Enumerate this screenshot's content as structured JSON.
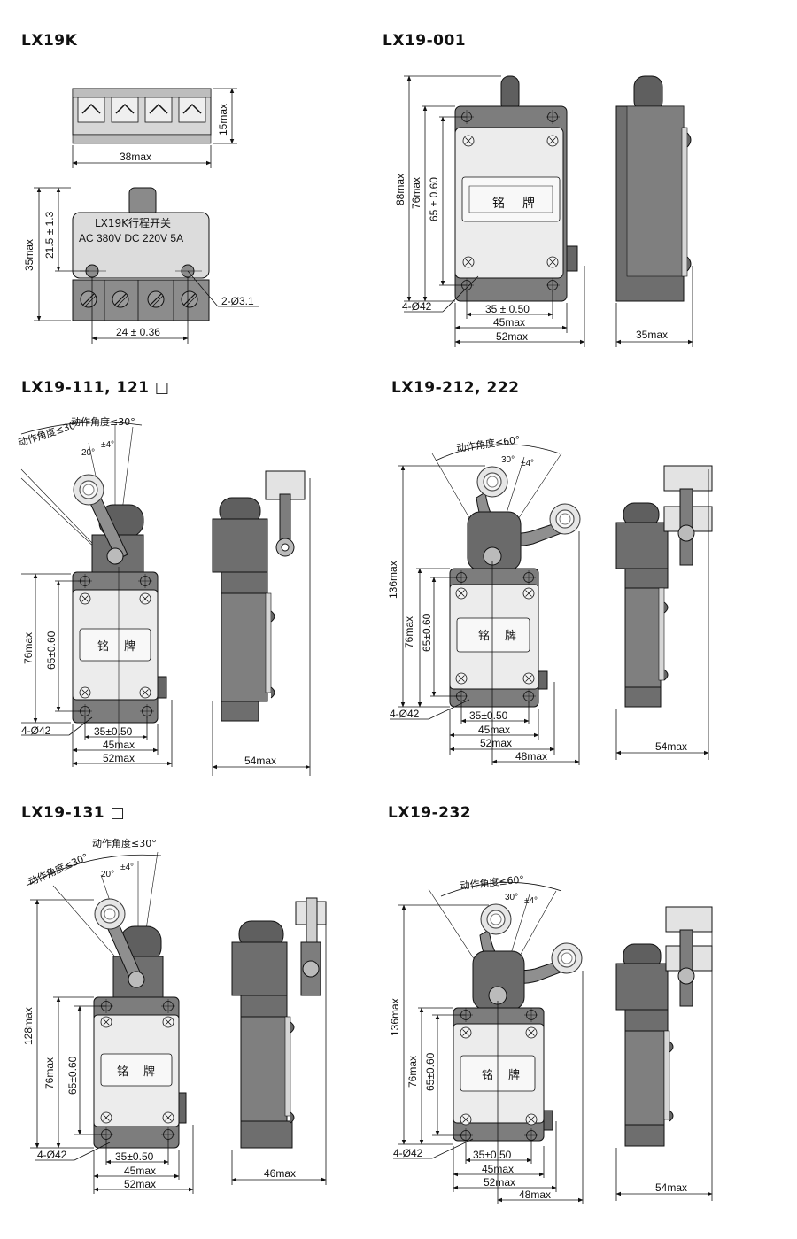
{
  "panels": {
    "lx19k": {
      "title": "LX19K",
      "dims": {
        "w38": "38max",
        "h15": "15max",
        "h35": "35max",
        "h21": "21.5 ± 1.3",
        "w24": "24 ± 0.36",
        "holes": "2-Ø3.1"
      },
      "label_line1": "LX19K行程开关",
      "label_line2": "AC 380V DC 220V 5A"
    },
    "lx19_001": {
      "title": "LX19-001",
      "dims": {
        "h88": "88max",
        "h76": "76max",
        "h65": "65 ± 0.60",
        "w35": "35 ± 0.50",
        "w45": "45max",
        "w52": "52max",
        "holes": "4-Ø42",
        "side": "35max"
      },
      "plate": [
        "铭",
        "牌"
      ]
    },
    "lx19_111": {
      "title": "LX19-111, 121 □",
      "dims": {
        "angle_left": "动作角度≤30°",
        "angle_right": "动作角度≤30°",
        "a20": "20°",
        "a4": "±4°",
        "h76": "76max",
        "h65": "65±0.60",
        "w35": "35±0.50",
        "w45": "45max",
        "w52": "52max",
        "holes": "4-Ø42",
        "side": "54max"
      },
      "plate": [
        "铭",
        "牌"
      ]
    },
    "lx19_212": {
      "title": "LX19-212, 222",
      "dims": {
        "angle": "动作角度≤60°",
        "a30": "30°",
        "a4": "±4°",
        "h136": "136max",
        "h76": "76max",
        "h65": "65±0.60",
        "w35": "35±0.50",
        "w45": "45max",
        "w52": "52max",
        "w48": "48max",
        "holes": "4-Ø42",
        "side": "54max"
      },
      "plate": [
        "铭",
        "牌"
      ]
    },
    "lx19_131": {
      "title": "LX19-131 □",
      "dims": {
        "angle_left": "动作角度≤30°",
        "angle_right": "动作角度≤30°",
        "a20": "20°",
        "a4": "±4°",
        "h128": "128max",
        "h76": "76max",
        "h65": "65±0.60",
        "w35": "35±0.50",
        "w45": "45max",
        "w52": "52max",
        "holes": "4-Ø42",
        "side": "46max"
      },
      "plate": [
        "铭",
        "牌"
      ]
    },
    "lx19_232": {
      "title": "LX19-232",
      "dims": {
        "angle": "动作角度≤60°",
        "a30": "30°",
        "a4": "±4°",
        "h136": "136max",
        "h76": "76max",
        "h65": "65±0.60",
        "w35": "35±0.50",
        "w45": "45max",
        "w52": "52max",
        "w48": "48max",
        "holes": "4-Ø42",
        "side": "54max"
      },
      "plate": [
        "铭",
        "牌"
      ]
    }
  },
  "colors": {
    "body": "#7d7d7d",
    "body_dark": "#5f5f5f",
    "plate": "#ececec",
    "light": "#d9d9d9",
    "line": "#111111"
  }
}
